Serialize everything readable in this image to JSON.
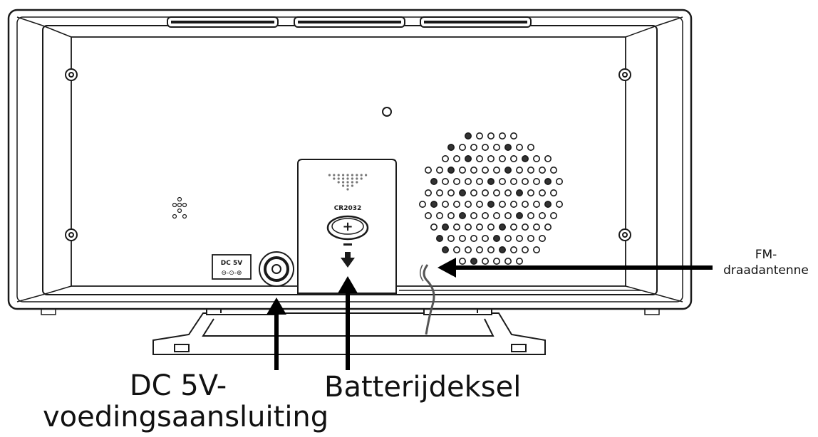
{
  "stamp_text": {
    "dc_plate": "DC 5V",
    "battery_code": "CR2032"
  },
  "callouts": {
    "dc_input": {
      "line1": "DC 5V-",
      "line2": "voedingsaansluiting"
    },
    "battery_cover": {
      "text": "Batterijdeksel"
    },
    "fm_antenna": {
      "line1": "FM-",
      "line2": "draadantenne"
    }
  },
  "colors": {
    "line": "#1a1a1a",
    "arrow": "#000000",
    "background": "#ffffff"
  }
}
